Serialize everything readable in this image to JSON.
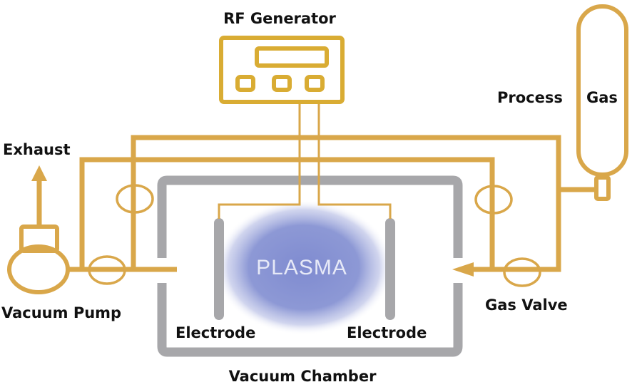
{
  "diagram": {
    "title": "Plasma Treatment System",
    "colors": {
      "pipe": "#d9a74a",
      "chamber": "#a7a7aa",
      "plasma": "#7f8bd0",
      "text": "#111111"
    },
    "labels": {
      "rf_generator": "RF Generator",
      "process": "Process",
      "gas": "Gas",
      "exhaust": "Exhaust",
      "vacuum_pump": "Vacuum Pump",
      "gas_valve": "Gas Valve",
      "electrode_left": "Electrode",
      "electrode_right": "Electrode",
      "vacuum_chamber": "Vacuum Chamber",
      "plasma": "PLASMA"
    },
    "components": [
      {
        "id": "rf-generator",
        "name": "RF Generator"
      },
      {
        "id": "process-gas-cylinder",
        "name": "Process Gas"
      },
      {
        "id": "vacuum-pump",
        "name": "Vacuum Pump"
      },
      {
        "id": "gas-valve",
        "name": "Gas Valve"
      },
      {
        "id": "vacuum-chamber",
        "name": "Vacuum Chamber"
      },
      {
        "id": "electrode-left",
        "name": "Electrode"
      },
      {
        "id": "electrode-right",
        "name": "Electrode"
      },
      {
        "id": "plasma",
        "name": "PLASMA"
      }
    ],
    "flows": [
      {
        "from": "Process Gas",
        "to": "Vacuum Chamber",
        "via": "Gas Valve"
      },
      {
        "from": "Vacuum Chamber",
        "to": "Exhaust",
        "via": "Vacuum Pump"
      },
      {
        "from": "RF Generator",
        "to": "Electrode"
      }
    ]
  }
}
